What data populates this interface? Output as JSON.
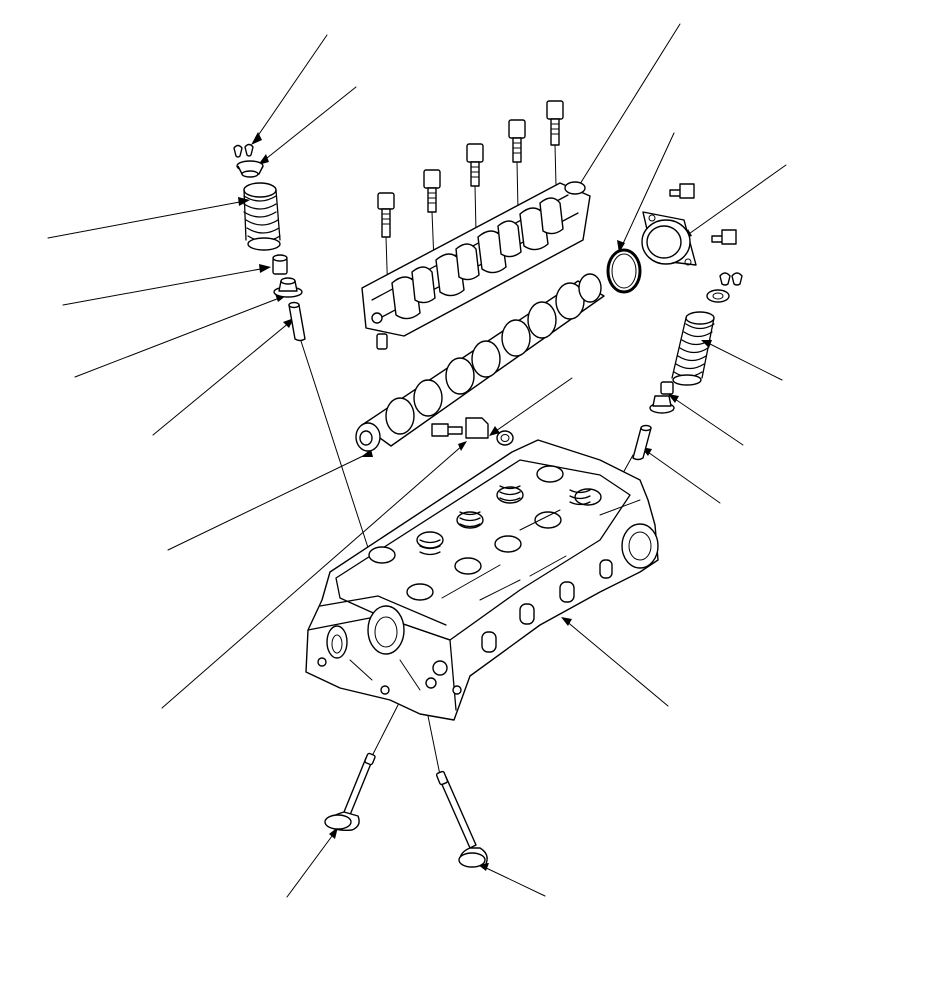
{
  "diagram": {
    "style": "exploded-view line drawing",
    "colors": {
      "line": "#000000",
      "background": "#ffffff"
    },
    "parts": [
      "valve-cotters",
      "valve-spring-retainer",
      "valve-spring",
      "valve-spring-seat",
      "valve-stem-seal",
      "valve-guide",
      "rocker-arm-assembly",
      "rocker-shaft-bolts",
      "camshaft",
      "o-ring",
      "thermostat-housing",
      "housing-bolts",
      "sensor",
      "cylinder-head",
      "intake-valve",
      "exhaust-valve"
    ]
  }
}
